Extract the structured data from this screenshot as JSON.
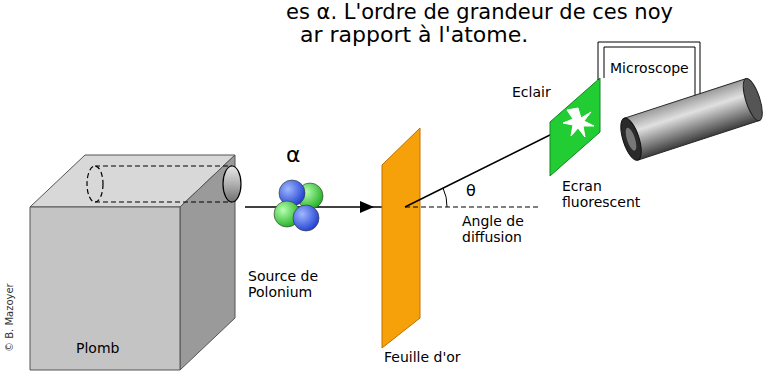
{
  "diagram": {
    "labels": [
      "es α. L'ordre de grandeur de ces noy",
      "ar rapport à l'atome.",
      "Microscope",
      "Eclair",
      "θ",
      "Ecran fluorescent",
      "Angle de diffusion",
      "α",
      "Source de Polonium",
      "Plomb",
      "Feuille d'or",
      "© B. Mazoyer"
    ]
  }
}
